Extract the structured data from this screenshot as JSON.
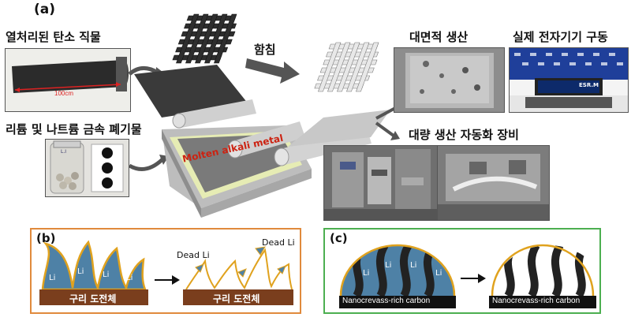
{
  "panel_a": {
    "letter": "(a)",
    "carbonized_fabric_label": "열처리된 탄소 직물",
    "fabric_length": "100cm",
    "metal_waste_label": "리튬 및 나트륨 금속 폐기물",
    "jar_tag": "L.I",
    "impregnation_label": "함침",
    "bath_label": "Molten alkali metal",
    "large_area_label": "대면적 생산",
    "device_label": "실제 전자기기 구동",
    "device_screen_text": "ESR.M",
    "automation_label": "대량 생산 자동화 장비"
  },
  "panel_b": {
    "letter": "(b)",
    "li_label": "Li",
    "dead_li_label": "Dead Li",
    "substrate_label": "구리 도전체",
    "border_color": "#e08a3c"
  },
  "panel_c": {
    "letter": "(c)",
    "li_label": "Li",
    "carbon_label": "Nanocrevass-rich carbon",
    "border_color": "#4caf50"
  }
}
